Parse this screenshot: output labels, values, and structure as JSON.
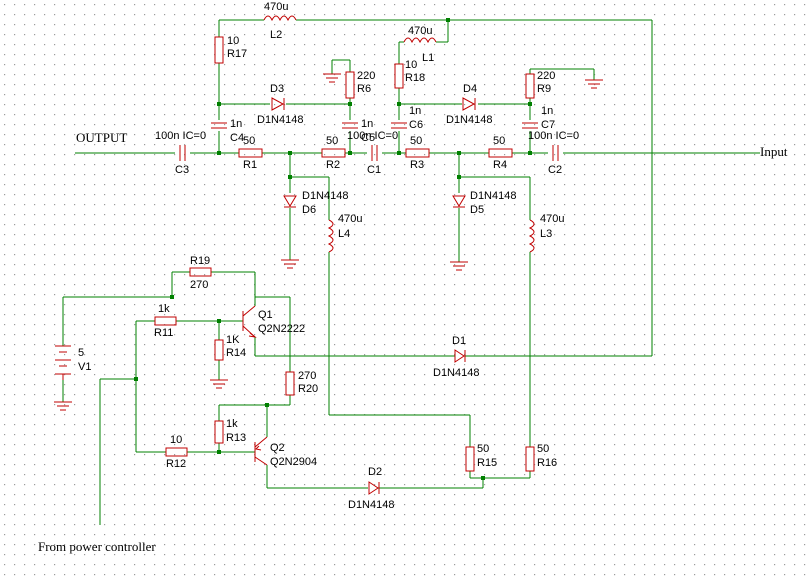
{
  "labels": {
    "output": "OUTPUT",
    "input": "Input",
    "from_power": "From power controller"
  },
  "parts": {
    "L2": {
      "value": "470u",
      "ref": "L2"
    },
    "L1": {
      "value": "470u",
      "ref": "L1"
    },
    "L4": {
      "value": "470u",
      "ref": "L4"
    },
    "L3": {
      "value": "470u",
      "ref": "L3"
    },
    "R17": {
      "value": "10",
      "ref": "R17"
    },
    "R18": {
      "value": "10",
      "ref": "R18"
    },
    "R6": {
      "value": "220",
      "ref": "R6"
    },
    "R9": {
      "value": "220",
      "ref": "R9"
    },
    "R1": {
      "value": "50",
      "ref": "R1"
    },
    "R2": {
      "value": "50",
      "ref": "R2"
    },
    "R3": {
      "value": "50",
      "ref": "R3"
    },
    "R4": {
      "value": "50",
      "ref": "R4"
    },
    "R15": {
      "value": "50",
      "ref": "R15"
    },
    "R16": {
      "value": "50",
      "ref": "R16"
    },
    "R19": {
      "value": "270",
      "ref": "R19"
    },
    "R20": {
      "value": "270",
      "ref": "R20"
    },
    "R11": {
      "value": "1k",
      "ref": "R11"
    },
    "R14": {
      "value": "1K",
      "ref": "R14"
    },
    "R13": {
      "value": "1k",
      "ref": "R13"
    },
    "R12": {
      "value": "10",
      "ref": "R12"
    },
    "C3": {
      "value": "100n IC=0",
      "ref": "C3"
    },
    "C1": {
      "value": "100n IC=0",
      "ref": "C1"
    },
    "C2": {
      "value": "100n IC=0",
      "ref": "C2"
    },
    "C4": {
      "value": "1n",
      "ref": "C4"
    },
    "C5": {
      "value": "1n",
      "ref": "C5"
    },
    "C6": {
      "value": "1n",
      "ref": "C6"
    },
    "C7": {
      "value": "1n",
      "ref": "C7"
    },
    "D3": {
      "value": "D1N4148",
      "ref": "D3"
    },
    "D4": {
      "value": "D1N4148",
      "ref": "D4"
    },
    "D6": {
      "value": "D1N4148",
      "ref": "D6"
    },
    "D5": {
      "value": "D1N4148",
      "ref": "D5"
    },
    "D1": {
      "value": "D1N4148",
      "ref": "D1"
    },
    "D2": {
      "value": "D1N4148",
      "ref": "D2"
    },
    "Q1": {
      "value": "Q2N2222",
      "ref": "Q1"
    },
    "Q2": {
      "value": "Q2N2904",
      "ref": "Q2"
    },
    "V1": {
      "value": "5",
      "ref": "V1"
    }
  },
  "colors": {
    "wire": "#008000",
    "component": "#c00000",
    "grid": "#9a9a9a",
    "background": "#ffffff",
    "text": "#000000"
  }
}
